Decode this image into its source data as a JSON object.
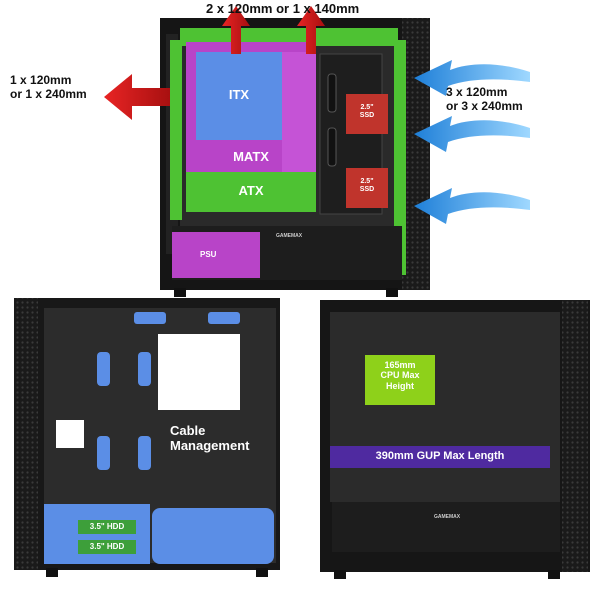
{
  "top_view": {
    "top_fan_label": "2 x 120mm or 1 x 140mm",
    "rear_fan_label": "1 x 120mm\nor 1 x 240mm",
    "front_fan_label": "3 x 120mm\nor 3 x 240mm",
    "itx_label": "ITX",
    "matx_label": "MATX",
    "atx_label": "ATX",
    "psu_label": "PSU",
    "ssd_label_1": "2.5\"\nSSD",
    "ssd_label_2": "2.5\"\nSSD",
    "brand_label": "GAMEMAX"
  },
  "back_view": {
    "cable_label": "Cable\nManagement",
    "hdd_label_1": "3.5\" HDD",
    "hdd_label_2": "3.5\" HDD"
  },
  "right_view": {
    "cpu_label": "165mm\nCPU Max\nHeight",
    "gpu_label": "390mm GUP Max Length",
    "brand_label": "GAMEMAX"
  },
  "colors": {
    "green": "#4ec233",
    "purple": "#b844c8",
    "blue": "#5b8ee6",
    "red": "#c0342c",
    "arrow_blue": "#4aa8e8",
    "arrow_red": "#d42020",
    "gpu_bar": "#4f2aa0",
    "cpu_box": "#8ed11a"
  }
}
